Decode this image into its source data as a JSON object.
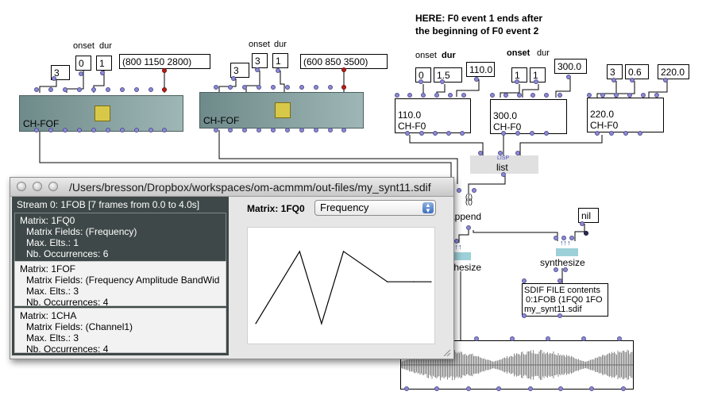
{
  "annotation": [
    "HERE: F0 event 1 ends after",
    "the beginning of F0 event 2"
  ],
  "chfof_boxes": [
    {
      "label": "CH-FOF",
      "onset_label": "onset",
      "dur_label": "dur",
      "param": "3",
      "onset": "0",
      "dur": "1",
      "list": "(800 1150 2800)"
    },
    {
      "label": "CH-FOF",
      "onset_label": "onset",
      "dur_label": "dur",
      "param": "3",
      "onset": "3",
      "dur": "1",
      "list": "(600 850 3500)"
    }
  ],
  "chf0_boxes": [
    {
      "label": "CH-F0",
      "onset_label": "onset",
      "dur_label": "dur",
      "onset": "0",
      "dur": "1.5",
      "value": "110.0",
      "display": "110.0"
    },
    {
      "label": "CH-F0",
      "onset_label": "onset",
      "dur_label": "dur",
      "onset": "1",
      "dur": "1",
      "value": "300.0",
      "display": "300.0"
    },
    {
      "label": "CH-F0",
      "onset_label": "",
      "dur_label": "",
      "onset": "3",
      "dur": "0.6",
      "value": "220.0",
      "display": "220.0"
    }
  ],
  "list_box": {
    "tag": "LISP",
    "label": "list"
  },
  "append_label": "append",
  "synth_left_label": "thesize",
  "synth_right_label": "synthesize",
  "nil_box": "nil",
  "sdif_box": {
    "lines": [
      "SDIF FILE contents",
      "0:1FOB (1FQ0 1FO",
      "my_synt11.sdif"
    ]
  },
  "window": {
    "title": "/Users/bresson/Dropbox/workspaces/om-acmmm/out-files/my_synt11.sdif",
    "stream_header": "Stream 0: 1FOB [7 frames from 0.0 to 4.0s]",
    "matrices": [
      {
        "name": "Matrix: 1FQ0",
        "fields": "Matrix Fields: (Frequency)",
        "max": "Max. Elts.: 1",
        "occ": "Nb. Occurrences: 6"
      },
      {
        "name": "Matrix: 1FOF",
        "fields": "Matrix Fields: (Frequency Amplitude BandWid",
        "max": "Max. Elts.: 3",
        "occ": "Nb. Occurrences: 4"
      },
      {
        "name": "Matrix: 1CHA",
        "fields": "Matrix Fields: (Channel1)",
        "max": "Max. Elts.: 3",
        "occ": "Nb. Occurrences: 4"
      }
    ],
    "matrix_label": "Matrix: 1FQ0",
    "field_select": "Frequency"
  },
  "chart_data": {
    "type": "line",
    "title": "",
    "x": [
      0.0,
      1.0,
      1.5,
      2.0,
      3.0,
      3.6,
      4.0
    ],
    "series": [
      {
        "values": [
          110.0,
          300.0,
          110.0,
          300.0,
          220.0,
          220.0,
          220.0
        ]
      }
    ],
    "ylim": [
      70,
      350
    ],
    "xlim": [
      0,
      4
    ]
  },
  "colors": {
    "inlet": "#8c89d6",
    "chfof_box": "#7f9a9a",
    "window_dark": "#3f4848"
  }
}
